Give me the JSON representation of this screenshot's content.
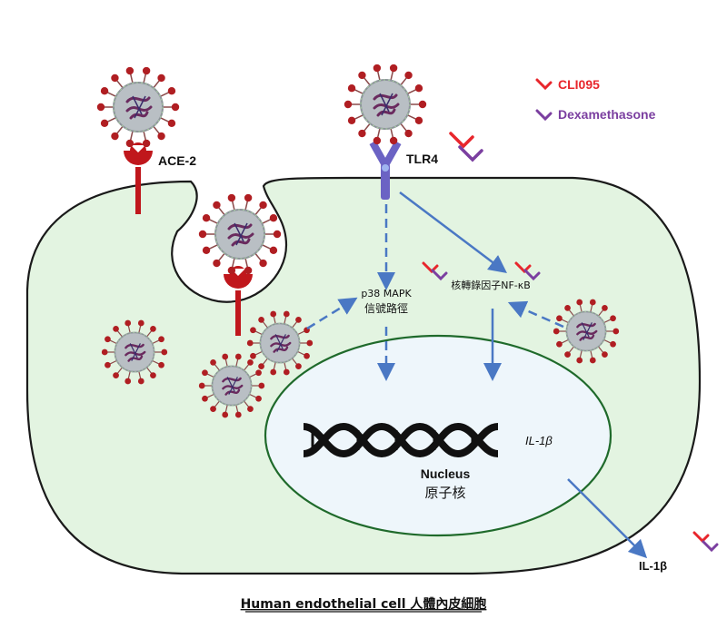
{
  "labels": {
    "ace2": "ACE-2",
    "tlr4": "TLR4",
    "p38_line1": "p38 MAPK",
    "p38_line2": "信號路徑",
    "nfkb": "核轉錄因子NF-κB",
    "il1b_gene": "IL-1β",
    "il1b_out": "IL-1β",
    "nucleus_en": "Nucleus",
    "nucleus_zh": "原子核",
    "caption": "Human endothelial cell 人體內皮細胞"
  },
  "legend": {
    "cli095": "CLI095",
    "dexamethasone": "Dexamethasone"
  },
  "colors": {
    "cli095": "#e8262c",
    "dexamethasone": "#7b3fa0",
    "ace2": "#c0171c",
    "tlr4": "#6b63c4",
    "arrow": "#4a78c4",
    "cell_fill": "#e3f4e1",
    "nucleus_fill": "#eef6fb",
    "nucleus_stroke": "#1f6a2b",
    "virus_spike": "#b01e22",
    "virus_body": "#b9bfc4"
  },
  "icons": {
    "inhibitor": "t-bar-inhibitor-icon",
    "virus": "coronavirus-icon",
    "dna": "dna-double-helix-icon"
  }
}
